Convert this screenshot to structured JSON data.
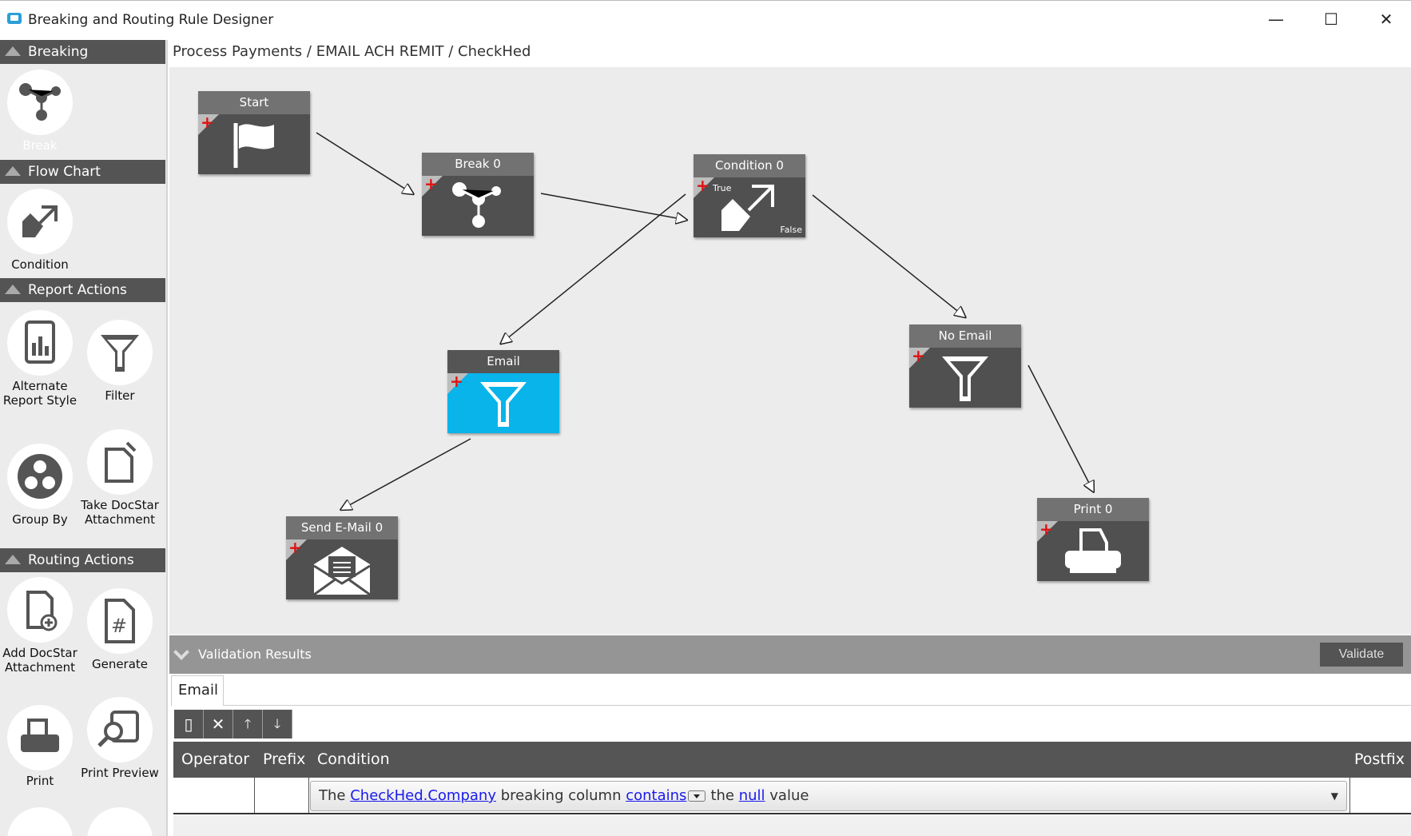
{
  "window": {
    "title": "Breaking and Routing Rule Designer",
    "minimize": "—",
    "maximize": "☐",
    "close": "✕"
  },
  "breadcrumb": "Process Payments / EMAIL ACH REMIT / CheckHed",
  "sidebar": {
    "sections": [
      "Breaking",
      "Flow Chart",
      "Report Actions",
      "Routing Actions"
    ],
    "tools": {
      "break": "Break",
      "condition": "Condition",
      "alt_report": "Alternate Report Style",
      "filter": "Filter",
      "group_by": "Group By",
      "take_attachment": "Take DocStar Attachment",
      "add_attachment": "Add DocStar Attachment",
      "generate": "Generate",
      "print": "Print",
      "print_preview": "Print Preview"
    }
  },
  "nodes": {
    "start": "Start",
    "break0": "Break 0",
    "condition0": "Condition 0",
    "condition_true": "True",
    "condition_false": "False",
    "email": "Email",
    "no_email": "No Email",
    "send_email": "Send E-Mail 0",
    "print0": "Print 0"
  },
  "validation": {
    "title": "Validation Results",
    "validate": "Validate"
  },
  "tab": "Email",
  "toolbar": {
    "new": "▯",
    "delete": "✕",
    "up": "🡑",
    "down": "🡓"
  },
  "table": {
    "headers": {
      "operator": "Operator",
      "prefix": "Prefix",
      "condition": "Condition",
      "postfix": "Postfix"
    },
    "row": {
      "the": "The",
      "column": "CheckHed.Company",
      "mid": "breaking column",
      "op": "contains",
      "the2": "the",
      "value": "null",
      "end": "value"
    }
  },
  "colors": {
    "selected_node": "#08b4ea",
    "node": "#505050",
    "header": "#545454"
  }
}
